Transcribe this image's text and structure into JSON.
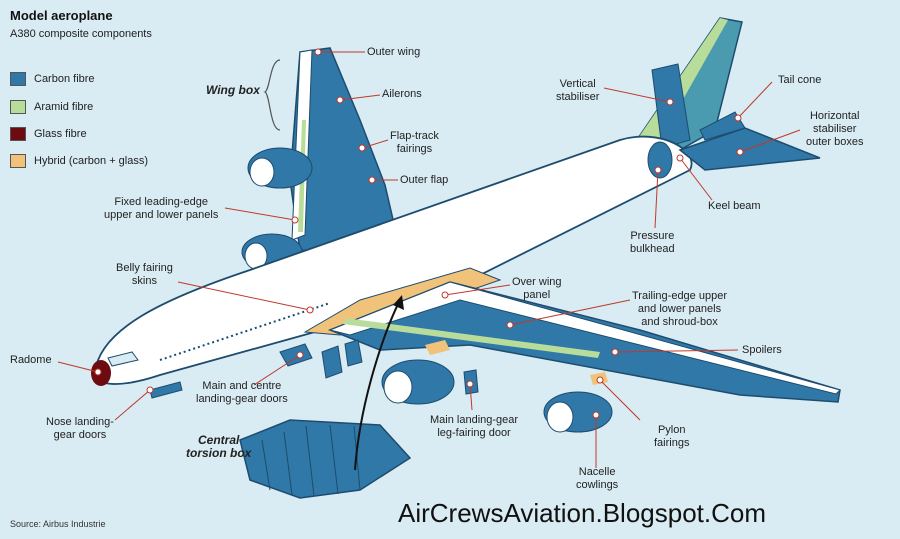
{
  "title": "Model aeroplane",
  "subtitle": "A380 composite components",
  "legend": [
    {
      "label": "Carbon fibre",
      "color": "#2f78a8"
    },
    {
      "label": "Aramid fibre",
      "color": "#b8dc9a"
    },
    {
      "label": "Glass fibre",
      "color": "#6e0b10"
    },
    {
      "label": "Hybrid (carbon + glass)",
      "color": "#f1c27a"
    }
  ],
  "labels": {
    "wing_box": "Wing box",
    "outer_wing": "Outer wing",
    "ailerons": "Ailerons",
    "flap_track_fairings": "Flap-track\nfairings",
    "outer_flap": "Outer flap",
    "fixed_leading_edge": "Fixed leading-edge\nupper and lower panels",
    "belly_fairing_skins": "Belly fairing\nskins",
    "radome": "Radome",
    "nose_landing_gear_doors": "Nose landing-\ngear doors",
    "main_centre_gear_doors": "Main and centre\nlanding-gear doors",
    "central_torsion_box": "Central\ntorsion box",
    "main_gear_leg_fairing_door": "Main landing-gear\nleg-fairing door",
    "nacelle_cowlings": "Nacelle\ncowlings",
    "pylon_fairings": "Pylon\nfairings",
    "spoilers": "Spoilers",
    "trailing_edge": "Trailing-edge upper\nand lower panels\nand shroud-box",
    "over_wing_panel": "Over wing\npanel",
    "pressure_bulkhead": "Pressure\nbulkhead",
    "keel_beam": "Keel beam",
    "vertical_stabiliser": "Vertical\nstabiliser",
    "tail_cone": "Tail cone",
    "horizontal_stabiliser": "Horizontal\nstabiliser\nouter boxes"
  },
  "source": "Source: Airbus Industrie",
  "watermark": "AirCrewsAviation.Blogspot.Com"
}
